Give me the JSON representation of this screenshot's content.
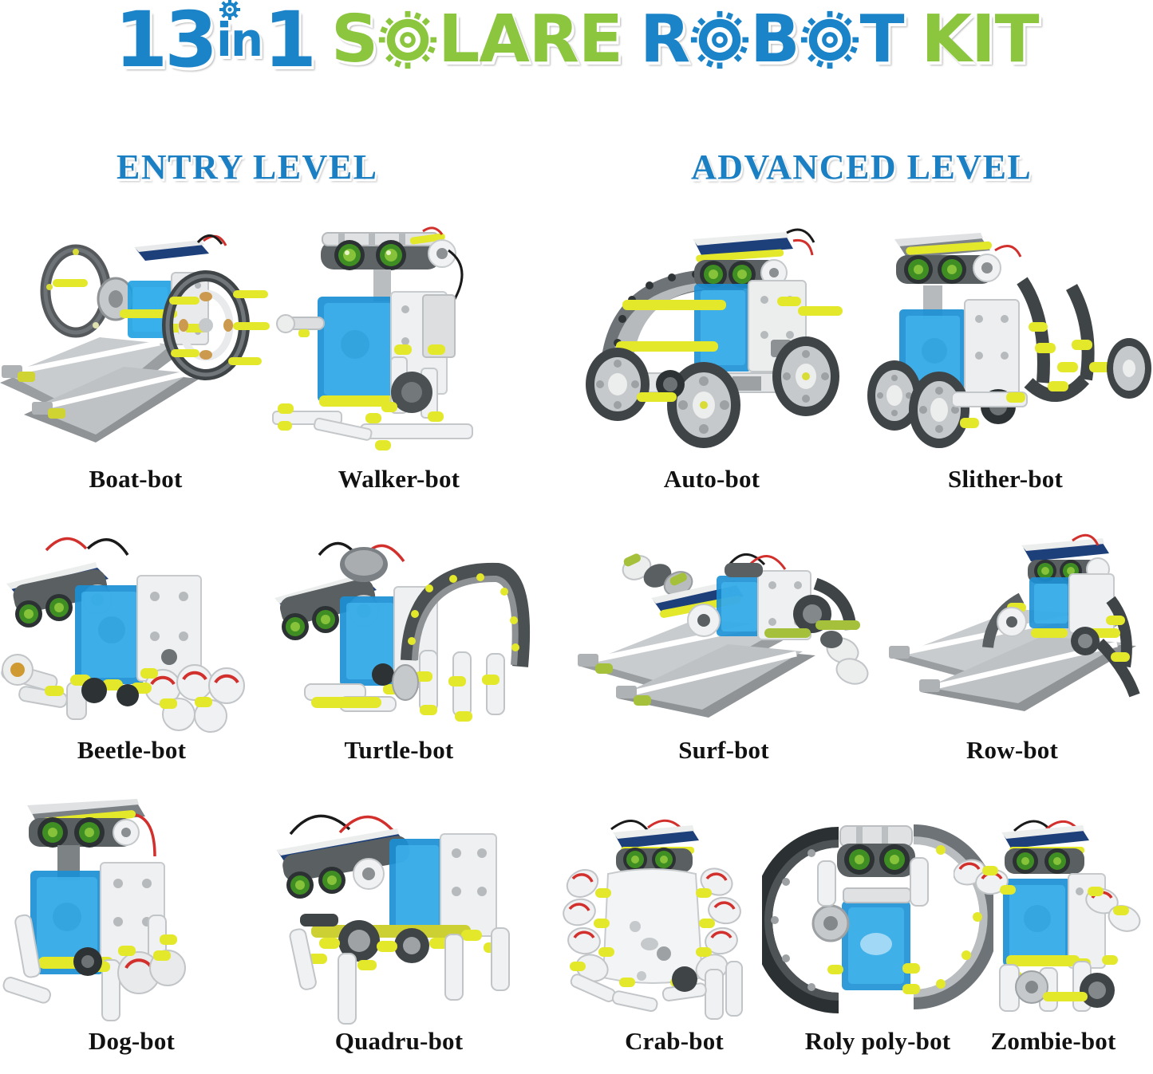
{
  "title": {
    "part1": "13",
    "part_in": "in",
    "part2": "1",
    "word_solare": "S%LARE",
    "word_robot": "R%B%T",
    "word_kit": "KIT",
    "full": "13in1 SOLARE ROBOT KIT",
    "colors": {
      "blue": "#1b84c9",
      "green": "#8cc63f",
      "label_black": "#111111"
    }
  },
  "sections": [
    {
      "id": "entry",
      "label": "ENTRY LEVEL"
    },
    {
      "id": "advanced",
      "label": "ADVANCED LEVEL"
    }
  ],
  "entry_level": {
    "heading": "ENTRY LEVEL",
    "bots": [
      {
        "name": "Boat-bot",
        "icon": "boat-bot-icon"
      },
      {
        "name": "Walker-bot",
        "icon": "walker-bot-icon"
      },
      {
        "name": "Beetle-bot",
        "icon": "beetle-bot-icon"
      },
      {
        "name": "Turtle-bot",
        "icon": "turtle-bot-icon"
      },
      {
        "name": "Dog-bot",
        "icon": "dog-bot-icon"
      },
      {
        "name": "Quadru-bot",
        "icon": "quadru-bot-icon"
      }
    ]
  },
  "advanced_level": {
    "heading": "ADVANCED LEVEL",
    "bots": [
      {
        "name": "Auto-bot",
        "icon": "auto-bot-icon"
      },
      {
        "name": "Slither-bot",
        "icon": "slither-bot-icon"
      },
      {
        "name": "Surf-bot",
        "icon": "surf-bot-icon"
      },
      {
        "name": "Row-bot",
        "icon": "row-bot-icon"
      },
      {
        "name": "Crab-bot",
        "icon": "crab-bot-icon"
      },
      {
        "name": "Roly poly-bot",
        "icon": "roly-poly-bot-icon"
      },
      {
        "name": "Zombie-bot",
        "icon": "zombie-bot-icon"
      }
    ]
  },
  "palette": {
    "solar_panel": "#1d3f7a",
    "body_blue": "#2196d8",
    "body_blue_dark": "#0f73b5",
    "rod_yellow": "#e4e82a",
    "accent_green": "#8cc63f",
    "frame_white": "#f2f3f4",
    "frame_gray": "#b9bdc0",
    "track_dark": "#4a4f52",
    "wire_red": "#d2302c",
    "wire_black": "#1a1a1a",
    "eye_green": "#2f8b1e",
    "background": "#ffffff"
  }
}
